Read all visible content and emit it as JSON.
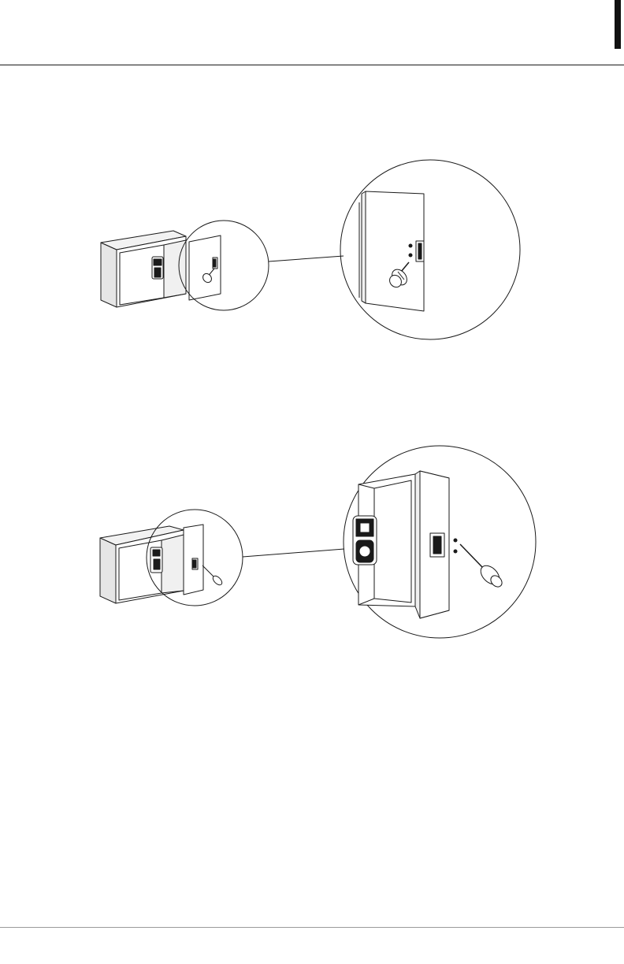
{
  "document": {
    "kind": "installation-manual-page",
    "steps": [
      {
        "id": "step-1",
        "depicts": "screwing-strike-plate-onto-cabinet-door"
      },
      {
        "id": "step-2",
        "depicts": "fastening-receiver-with-screwdriver"
      }
    ]
  },
  "colors": {
    "line": "#1a1a1a",
    "panel_shade": "#e6e6e6",
    "panel_dark": "#cfcfcf",
    "background": "#ffffff"
  }
}
